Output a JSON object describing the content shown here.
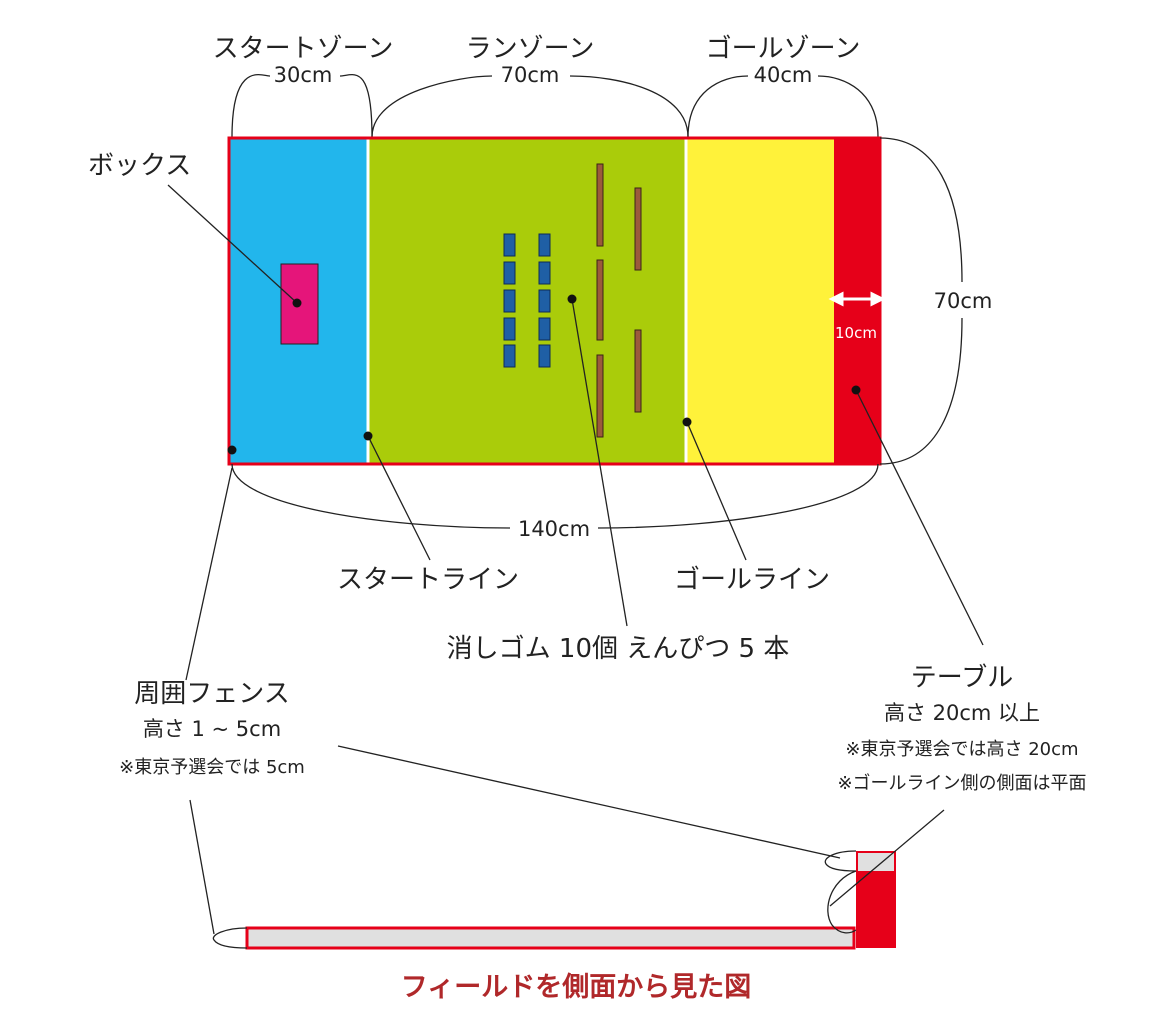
{
  "colors": {
    "start_zone": "#22b6ec",
    "run_zone": "#aacc0a",
    "goal_zone": "#fff23a",
    "table": "#e60019",
    "border": "#e60019",
    "box": "#e5157a",
    "eraser": "#1f5fa5",
    "pencil": "#9b5a3c",
    "fence_side": "#e0e0e0",
    "caption": "#b0282a"
  },
  "zones": {
    "start": {
      "name": "スタートゾーン",
      "length": "30cm"
    },
    "run": {
      "name": "ランゾーン",
      "length": "70cm"
    },
    "goal": {
      "name": "ゴールゾーン",
      "length": "40cm"
    }
  },
  "dimensions": {
    "width": "70cm",
    "total_length": "140cm",
    "table_depth": "10cm"
  },
  "labels": {
    "box": "ボックス",
    "start_line": "スタートライン",
    "goal_line": "ゴールライン",
    "objects": "消しゴム 10個 えんぴつ 5 本"
  },
  "fence": {
    "title": "周囲フェンス",
    "height": "高さ 1 ~ 5cm",
    "note": "※東京予選会では 5cm"
  },
  "table_info": {
    "title": "テーブル",
    "height": "高さ 20cm 以上",
    "note1": "※東京予選会では高さ 20cm",
    "note2": "※ゴールライン側の側面は平面"
  },
  "caption": "フィールドを側面から見た図",
  "objects_count": {
    "erasers": 10,
    "pencils": 5
  }
}
